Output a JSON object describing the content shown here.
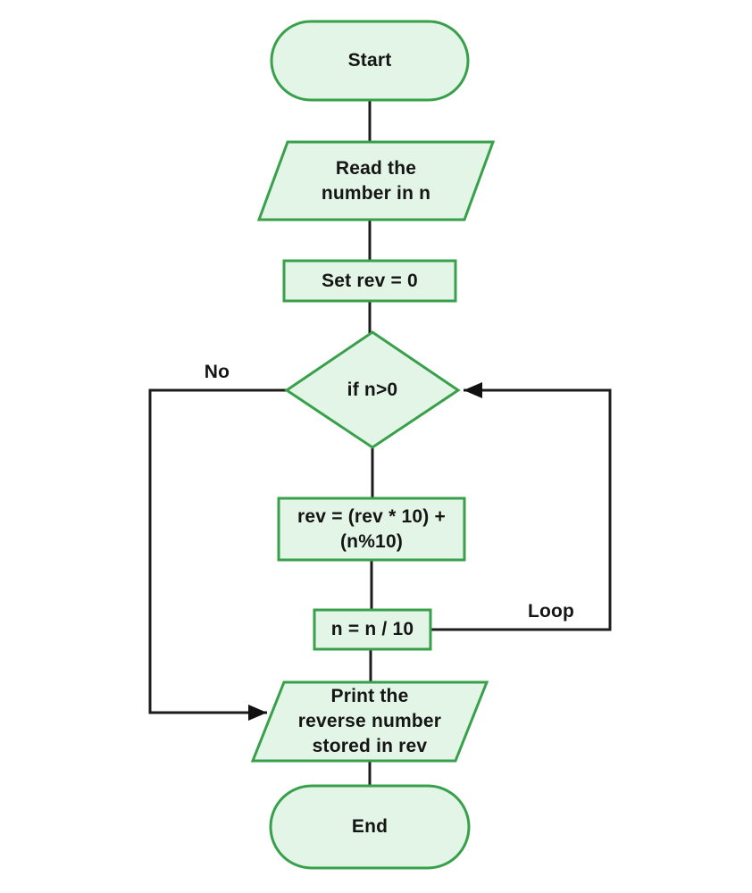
{
  "colors": {
    "node_fill": "#e3f5e6",
    "node_border": "#38a04b",
    "connector": "#1c1c1c",
    "text": "#151515"
  },
  "nodes": {
    "start": {
      "shape": "terminator",
      "lines": [
        "Start"
      ]
    },
    "read_input": {
      "shape": "parallelogram",
      "lines": [
        "Read the",
        "number in n"
      ]
    },
    "init_rev": {
      "shape": "process",
      "lines": [
        "Set rev = 0"
      ]
    },
    "loop_check": {
      "shape": "decision",
      "lines": [
        "if n>0"
      ]
    },
    "update_rev": {
      "shape": "process",
      "lines": [
        "rev = (rev * 10) +",
        "(n%10)"
      ]
    },
    "update_n": {
      "shape": "process",
      "lines": [
        "n = n / 10"
      ]
    },
    "print_rev": {
      "shape": "parallelogram",
      "lines": [
        "Print the",
        "reverse number",
        "stored in rev"
      ]
    },
    "end": {
      "shape": "terminator",
      "lines": [
        "End"
      ]
    }
  },
  "edge_labels": {
    "no": "No",
    "loop": "Loop"
  }
}
